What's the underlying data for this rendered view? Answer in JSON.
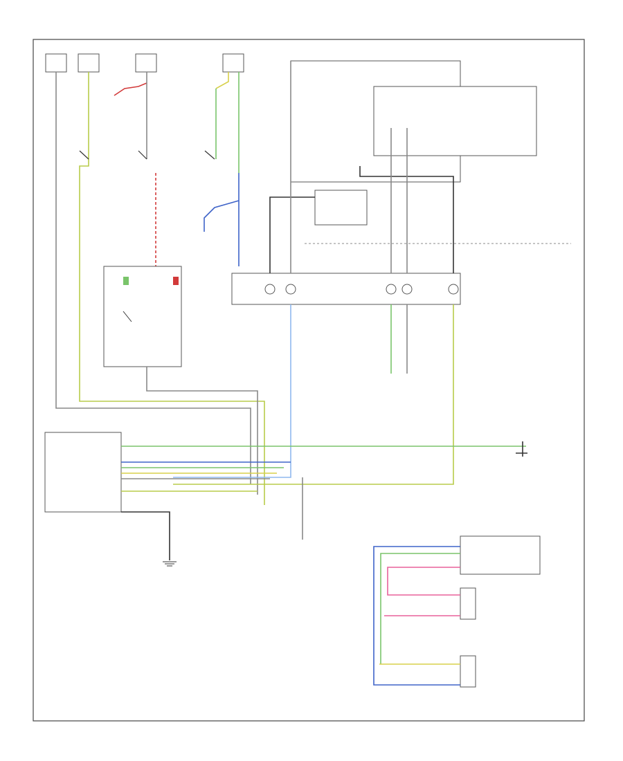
{
  "page": {
    "title": "",
    "header_text": "",
    "footer_code": ""
  },
  "colors": {
    "black": "#333333",
    "gray": "#8a8a8a",
    "red": "#d23a3a",
    "yellow": "#d8d04a",
    "green": "#7ac46a",
    "blue": "#3e63c8",
    "light_blue": "#8fb8ee",
    "pink": "#e8609a",
    "yellow_green": "#b8cc4a"
  },
  "components": [
    {
      "id": "fuse-1",
      "label": ""
    },
    {
      "id": "fuse-2",
      "label": ""
    },
    {
      "id": "fuse-3",
      "label": ""
    },
    {
      "id": "fuse-4",
      "label": ""
    },
    {
      "id": "brake-switch",
      "label": ""
    },
    {
      "id": "clutch-switch",
      "label": ""
    },
    {
      "id": "deactivator-switch",
      "label": ""
    },
    {
      "id": "control-switch",
      "label": ""
    },
    {
      "id": "pcm",
      "label": ""
    },
    {
      "id": "servo",
      "label": ""
    },
    {
      "id": "airbag-sensor",
      "label": ""
    },
    {
      "id": "speed-sensor",
      "label": ""
    },
    {
      "id": "ground",
      "label": ""
    }
  ]
}
